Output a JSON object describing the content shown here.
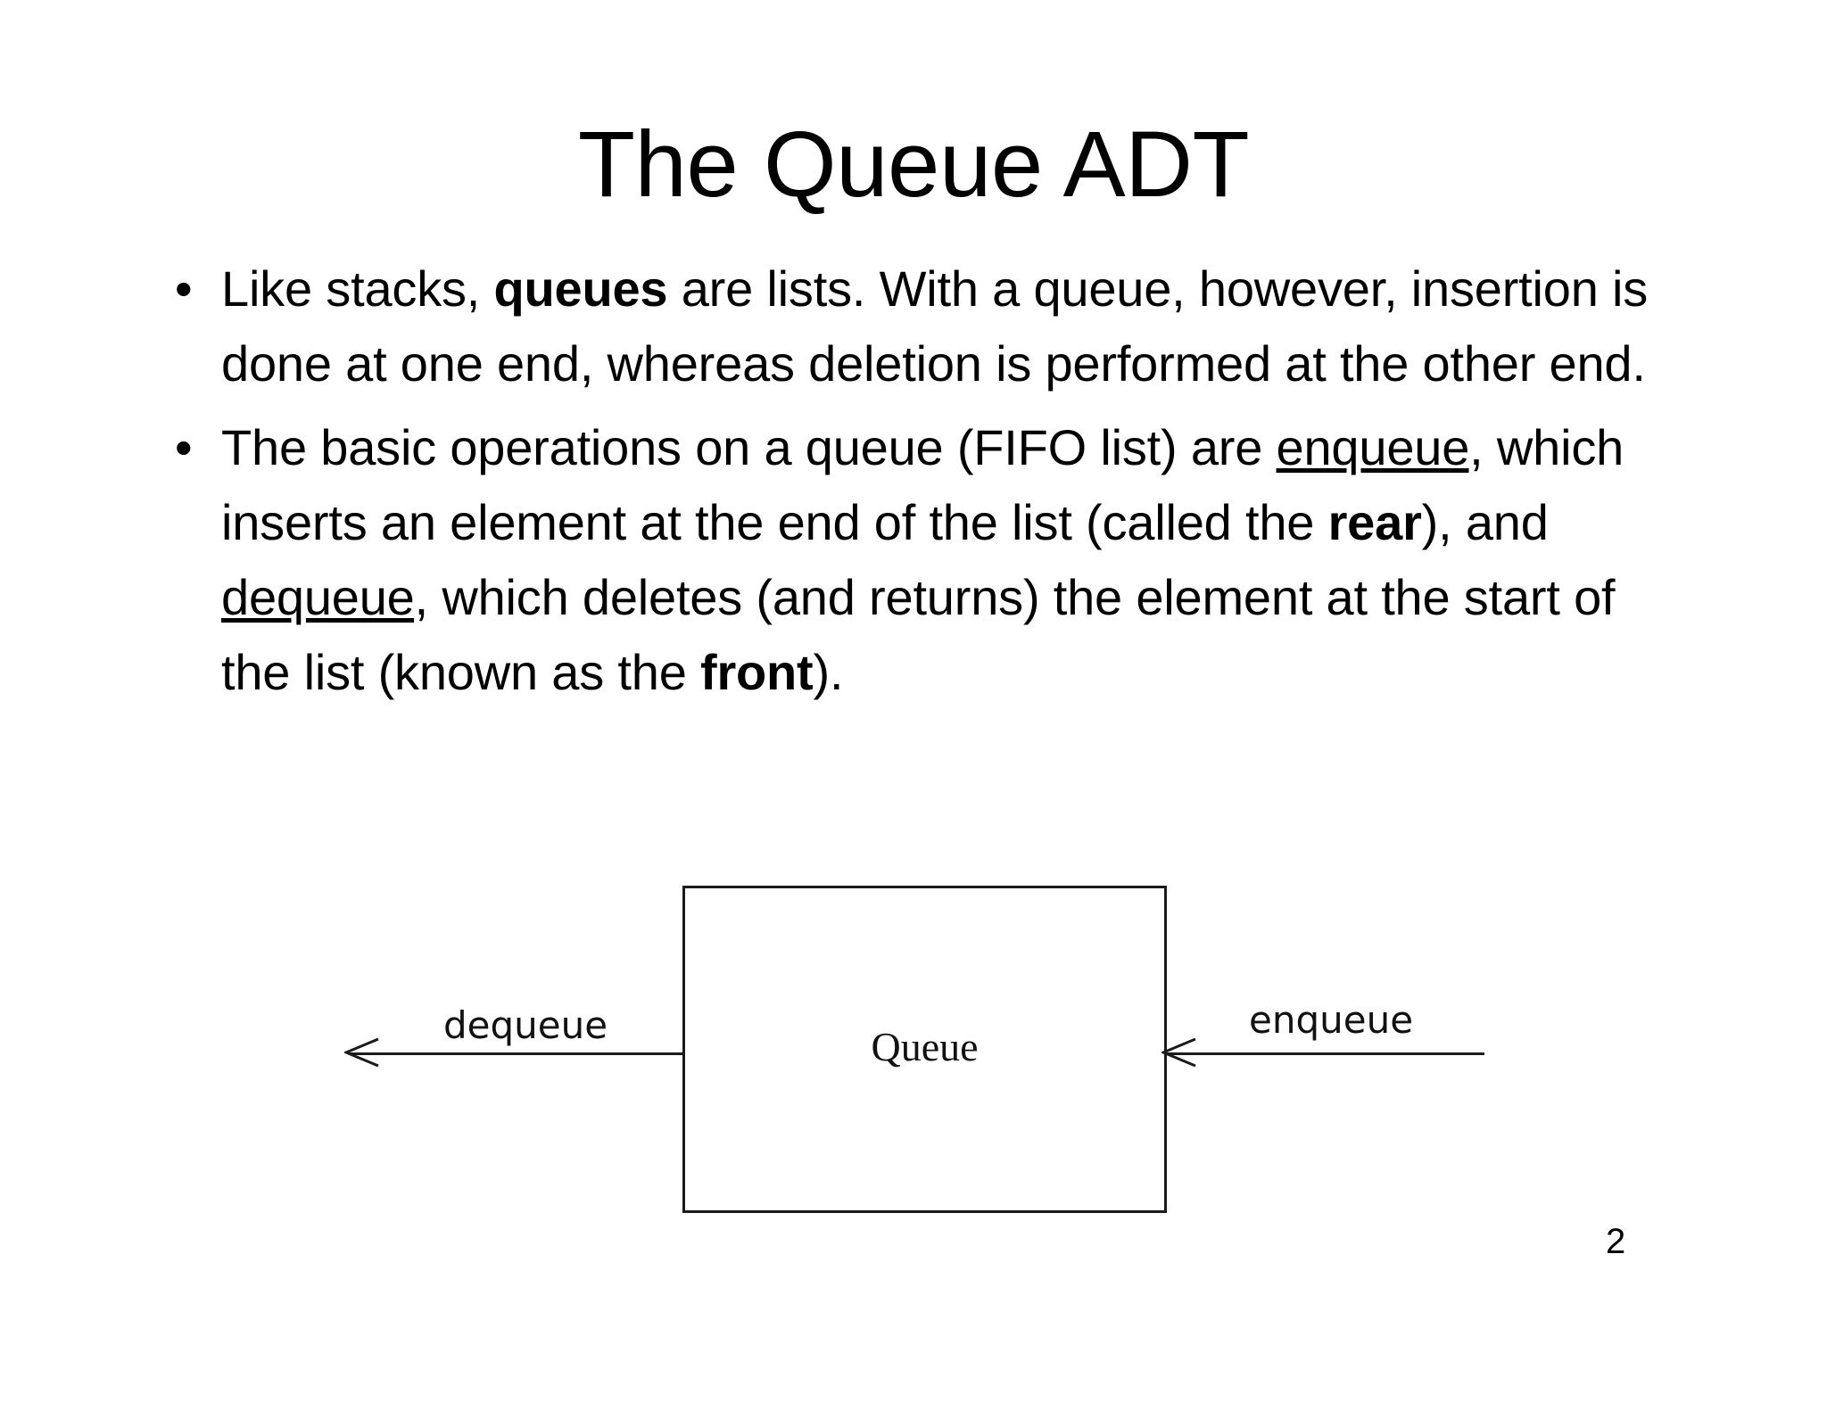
{
  "slide": {
    "title": "The Queue ADT",
    "page_number": "2",
    "background_color": "#ffffff",
    "text_color": "#000000"
  },
  "bullets": [
    {
      "marker": "•",
      "segments": [
        {
          "text": "Like stacks, ",
          "style": "normal"
        },
        {
          "text": "queues",
          "style": "bold"
        },
        {
          "text": " are lists. With a queue, however, insertion is done at one end, whereas deletion is performed at the other end.",
          "style": "normal"
        }
      ]
    },
    {
      "marker": "•",
      "segments": [
        {
          "text": "The basic operations on a queue (FIFO list) are ",
          "style": "normal"
        },
        {
          "text": "enqueue,",
          "style": "underline"
        },
        {
          "text": " which inserts an element at the end of the list (called the ",
          "style": "normal"
        },
        {
          "text": "rear",
          "style": "bold"
        },
        {
          "text": "), and ",
          "style": "normal"
        },
        {
          "text": "dequeue,",
          "style": "underline"
        },
        {
          "text": " which deletes (and returns) the element at the start of the list (known as the ",
          "style": "normal"
        },
        {
          "text": "front",
          "style": "bold"
        },
        {
          "text": ").",
          "style": "normal"
        }
      ]
    }
  ],
  "diagram": {
    "box_label": "Queue",
    "left_operation_label": "dequeue",
    "right_operation_label": "enqueue",
    "line_color": "#1a1a1a",
    "box_fill": "#ffffff"
  }
}
